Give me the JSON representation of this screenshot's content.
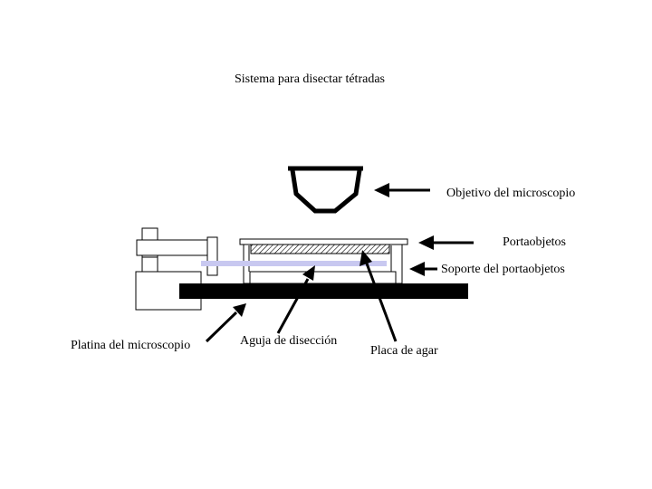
{
  "title": "Sistema para disectar tétradas",
  "labels": {
    "objective": "Objetivo del microscopio",
    "slide": "Portaobjetos",
    "slide_support": "Soporte del portaobjetos",
    "stage": "Platina del microscopio",
    "needle": "Aguja de disección",
    "agar_plate": "Placa de agar"
  },
  "colors": {
    "ink": "#000000",
    "needle": "#c8c8f0",
    "background": "#ffffff"
  }
}
